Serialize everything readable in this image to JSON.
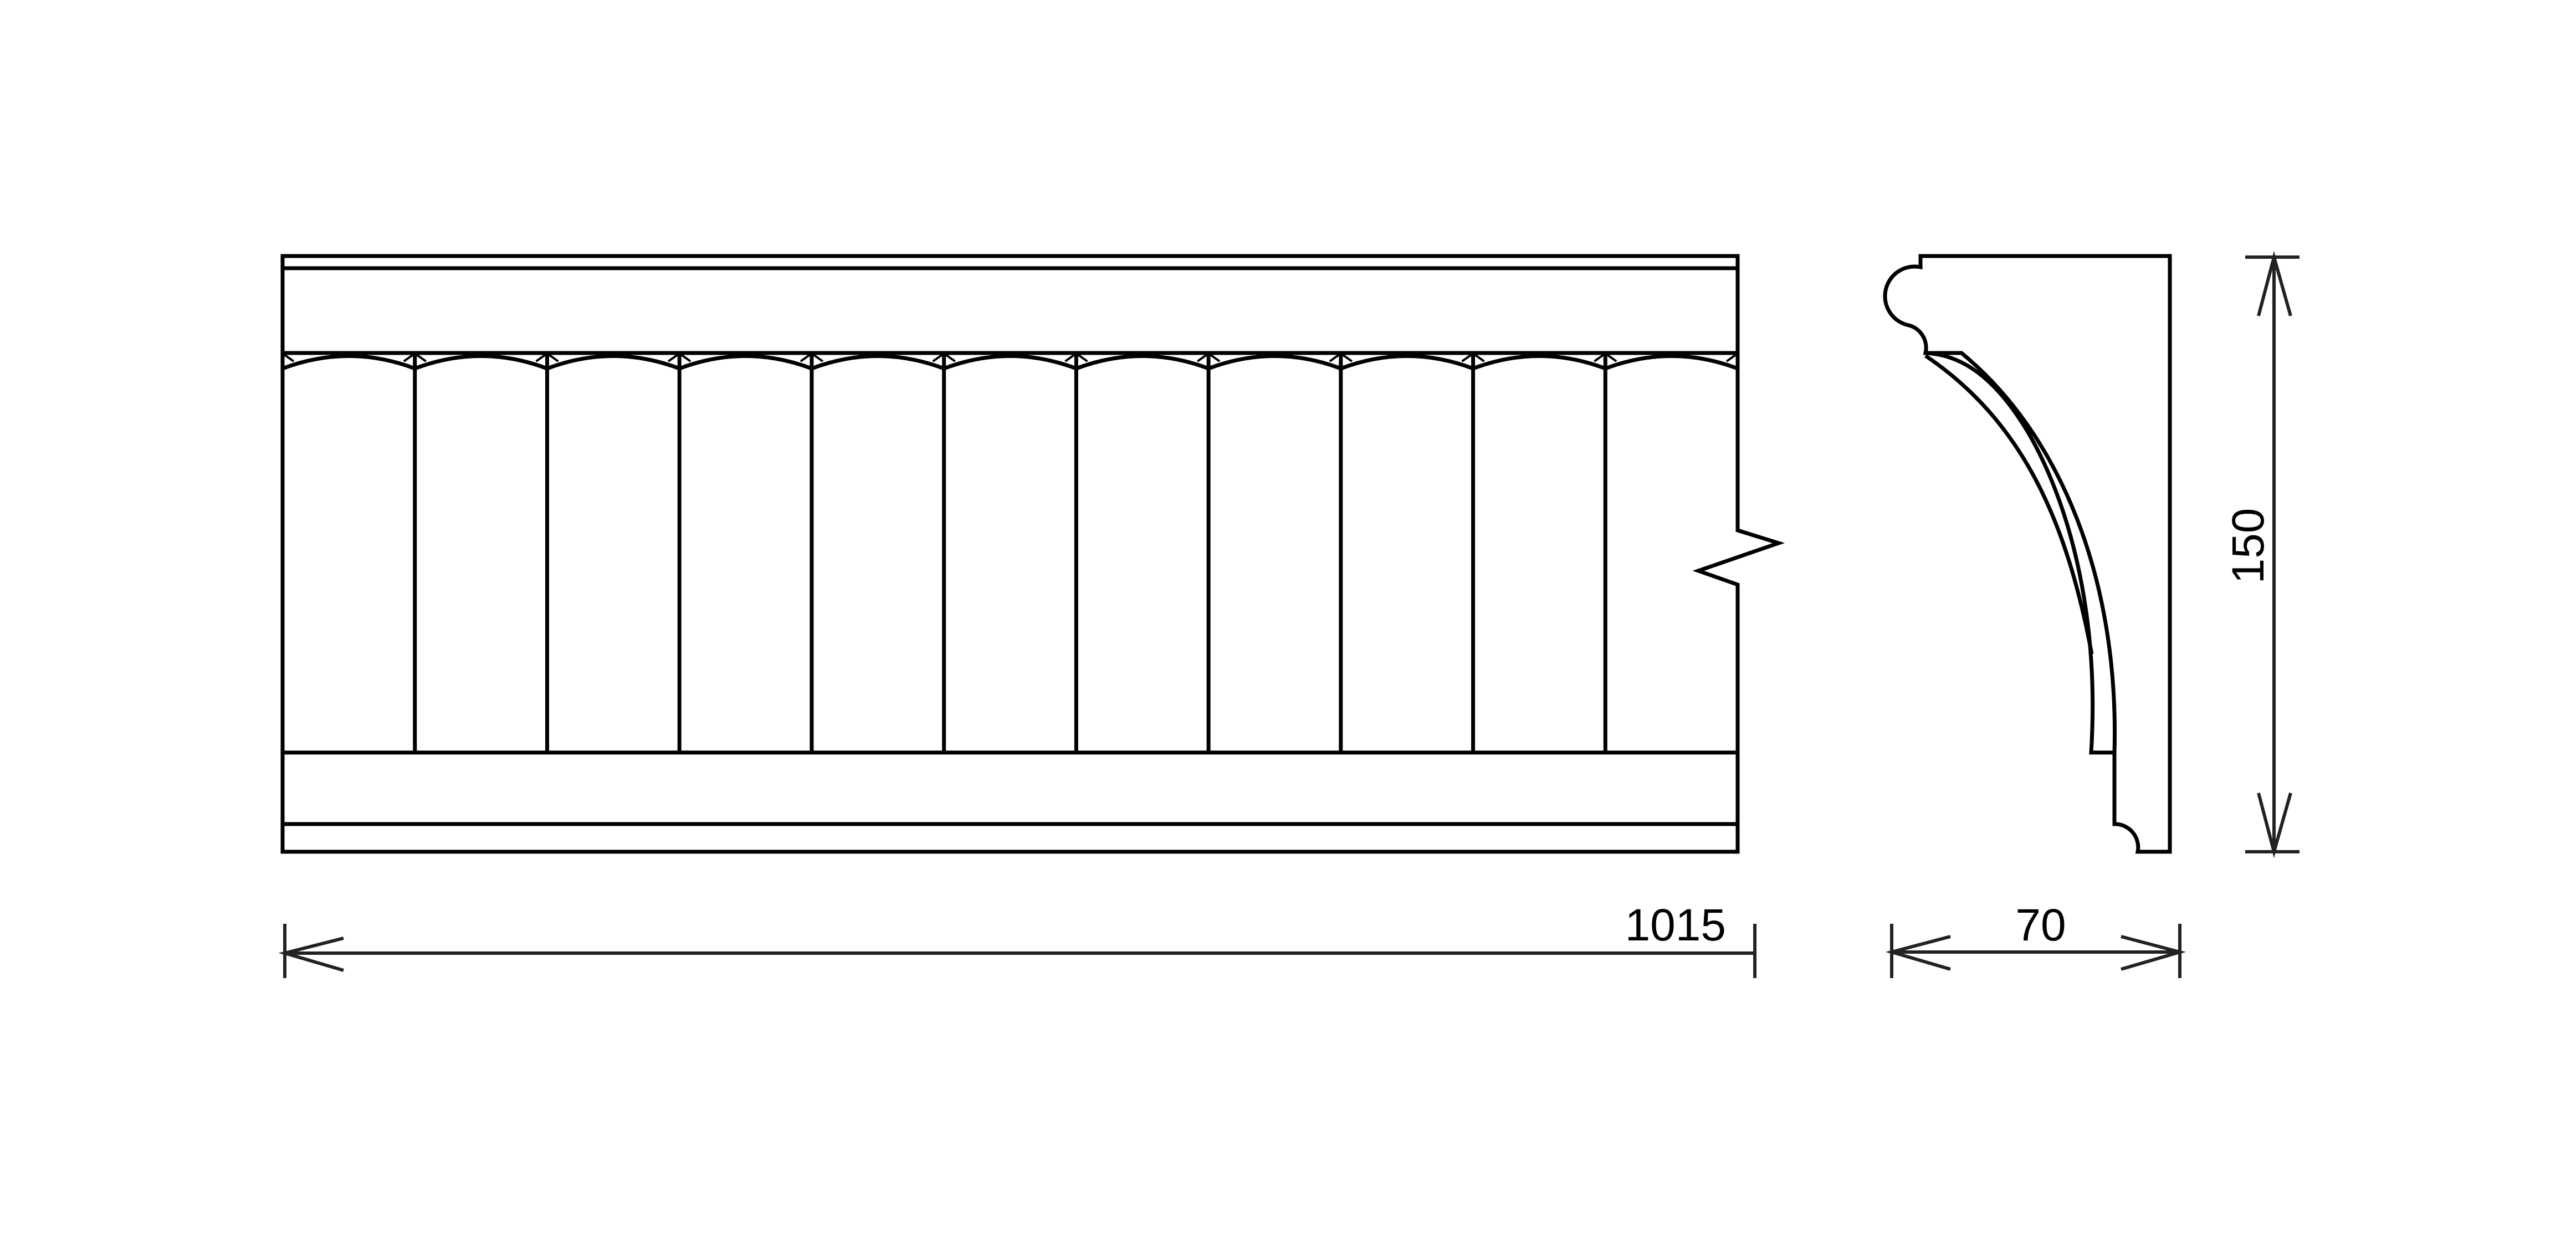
{
  "colors": {
    "stroke": "#000000",
    "dimension": "#222222",
    "profile_fill": "#e6e6e6",
    "background": "#ffffff"
  },
  "dimensions": {
    "length": "1015",
    "depth": "70",
    "height": "150"
  },
  "front_view": {
    "module_count": 11
  }
}
